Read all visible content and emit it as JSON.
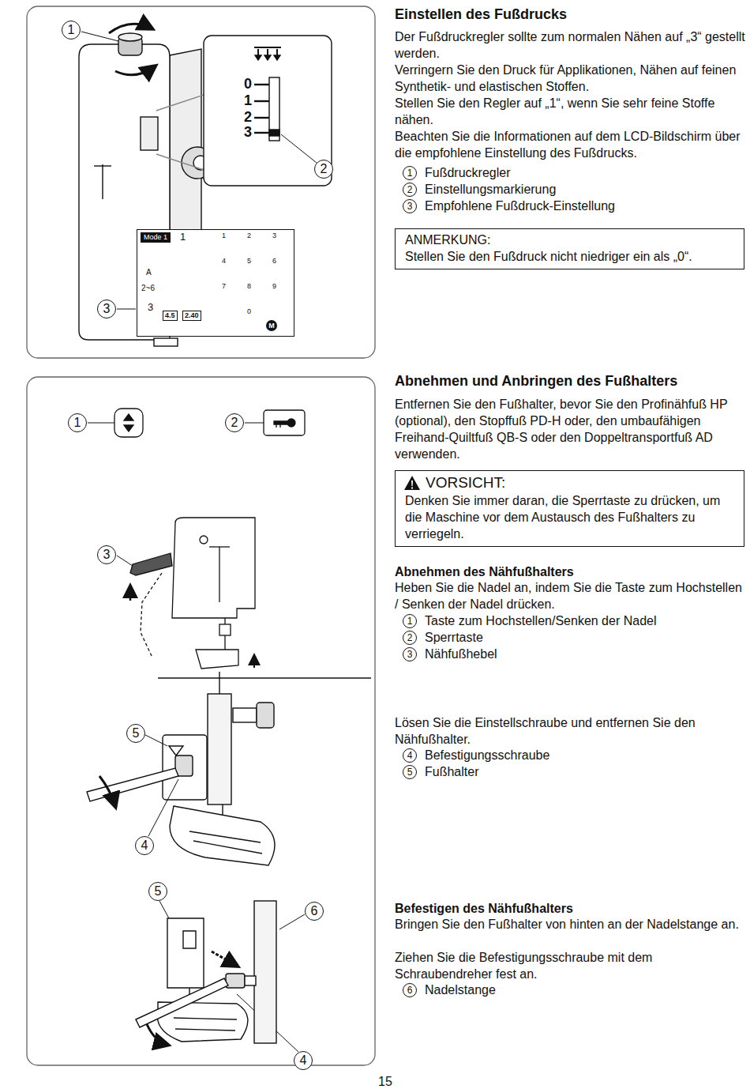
{
  "diagram": {
    "nodes": [
      {
        "text": [
          "ANMERKUNG:",
          "Stellen Sie den Fußdruck nicht niedriger ein als „0“."
        ]
      },
      {
        "text": [
          "VORSICHT:",
          "Denken Sie immer daran, die Sperrtaste zu drücken, um die Maschine vor dem Austausch des Fußhalters zu verriegeln."
        ]
      },
      {
        "text": [
          "Mode 1",
          "1",
          "A",
          "2~6",
          "3",
          "4.5",
          "2.40",
          "1",
          "2",
          "3",
          "4",
          "5",
          "6",
          "7",
          "8",
          "9",
          "0",
          "M"
        ]
      }
    ],
    "labels": [
      "Einstellen des Fußdrucks",
      "Der Fußdruckregler sollte zum normalen Nähen auf „3“ gestellt werden.",
      "Verringern Sie den Druck für Applikationen, Nähen auf feinen Synthetik- und elastischen Stoffen.",
      "Stellen Sie den Regler auf „1“, wenn Sie sehr feine Stoffe nähen.",
      "Beachten Sie die Informationen auf dem LCD-Bildschirm über die empfohlene Einstellung des Fußdrucks.",
      "1",
      "Fußdruckregler",
      "2",
      "Einstellungsmarkierung",
      "3",
      "Empfohlene Fußdruck-Einstellung",
      "Abnehmen und Anbringen des Fußhalters",
      "Entfernen Sie den Fußhalter, bevor Sie den Profinähfuß HP (optional), den Stopffuß PD-H oder, den umbaufähigen Freihand-Quiltfuß QB-S oder den Doppeltransportfuß AD verwenden.",
      "Abnehmen des Nähfußhalters",
      "Heben Sie die Nadel an, indem Sie die Taste zum Hochstellen / Senken der Nadel drücken.",
      "1",
      "Taste zum Hochstellen/Senken der Nadel",
      "2",
      "Sperrtaste",
      "3",
      "Nähfußhebel",
      "Lösen Sie die Einstellschraube und entfernen Sie den Nähfußhalter.",
      "4",
      "Befestigungsschraube",
      "5",
      "Fußhalter",
      "Befestigen des Nähfußhalters",
      "Bringen Sie den Fußhalter von hinten an der Nadelstange an.",
      "Ziehen Sie die Befestigungsschraube mit dem Schraubendreher fest an.",
      "6",
      "Nadelstange",
      "15",
      "1",
      "0",
      "1",
      "2",
      "3",
      "2",
      "3",
      "1",
      "2",
      "3",
      "5",
      "4",
      "5",
      "6",
      "4"
    ]
  }
}
